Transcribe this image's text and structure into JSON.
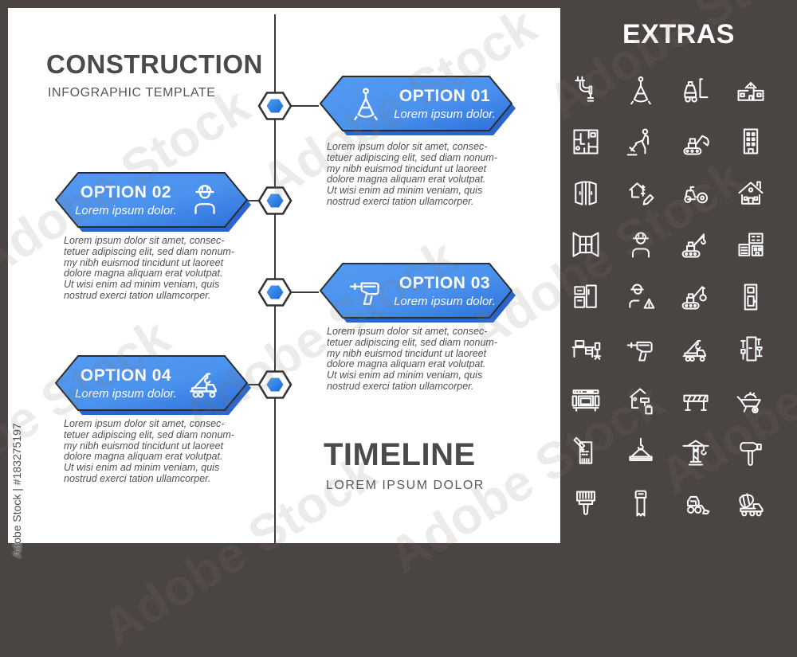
{
  "artwork": {
    "title": "CONSTRUCTION",
    "subtitle": "INFOGRAPHIC TEMPLATE",
    "footer_title": "TIMELINE",
    "footer_subtitle": "LOREM IPSUM DOLOR"
  },
  "timeline": {
    "options": [
      {
        "label": "OPTION 01",
        "sublabel": "Lorem ipsum dolor.",
        "icon": "drafting-compass",
        "paragraph": "Lorem ipsum dolor sit amet, consec-\ntetuer adipiscing elit, sed diam nonum-\nmy nibh euismod tincidunt ut laoreet\ndolore magna aliquam erat volutpat.\nUt wisi enim ad minim veniam, quis\nnostrud exerci tation ullamcorper."
      },
      {
        "label": "OPTION 02",
        "sublabel": "Lorem ipsum dolor.",
        "icon": "construction-worker",
        "paragraph": "Lorem ipsum dolor sit amet, consec-\ntetuer adipiscing elit, sed diam nonum-\nmy nibh euismod tincidunt ut laoreet\ndolore magna aliquam erat volutpat.\nUt wisi enim ad minim veniam, quis\nnostrud exerci tation ullamcorper."
      },
      {
        "label": "OPTION 03",
        "sublabel": "Lorem ipsum dolor.",
        "icon": "drill",
        "paragraph": "Lorem ipsum dolor sit amet, consec-\ntetuer adipiscing elit, sed diam nonum-\nmy nibh euismod tincidunt ut laoreet\ndolore magna aliquam erat volutpat.\nUt wisi enim ad minim veniam, quis\nnostrud exerci tation ullamcorper."
      },
      {
        "label": "OPTION 04",
        "sublabel": "Lorem ipsum dolor.",
        "icon": "crane-truck",
        "paragraph": "Lorem ipsum dolor sit amet, consec-\ntetuer adipiscing elit, sed diam nonum-\nmy nibh euismod tincidunt ut laoreet\ndolore magna aliquam erat volutpat.\nUt wisi enim ad minim veniam, quis\nnostrud exerci tation ullamcorper."
      }
    ]
  },
  "extras": {
    "title": "EXTRAS",
    "icons": [
      "pipes",
      "drafting-compass",
      "forklift",
      "school-building",
      "floor-plan",
      "worker-jackhammer",
      "excavator",
      "apartment-building",
      "double-door",
      "house-design",
      "road-roller",
      "house",
      "open-window",
      "construction-worker",
      "crawler-crane",
      "office-buildings",
      "cabinets",
      "worker-warning",
      "wrecking-ball-crane",
      "door",
      "office-desk",
      "drill",
      "crane-truck",
      "bathroom",
      "tv-console",
      "house-painting",
      "road-barrier",
      "wheelbarrow",
      "blueprint-pencil",
      "lifting-hook",
      "tower-crane",
      "hammer",
      "paintbrush",
      "handsaw",
      "bulldozer",
      "concrete-mixer"
    ]
  },
  "watermark": {
    "tile_text": "Adobe Stock",
    "id_text": "Adobe Stock | #183275197"
  },
  "colors": {
    "accent_blue": "#3b82e6",
    "banner_shadow_blue": "#2a65cf",
    "panel_dark": "#4a4442",
    "line_dark": "#3a3a3a"
  }
}
